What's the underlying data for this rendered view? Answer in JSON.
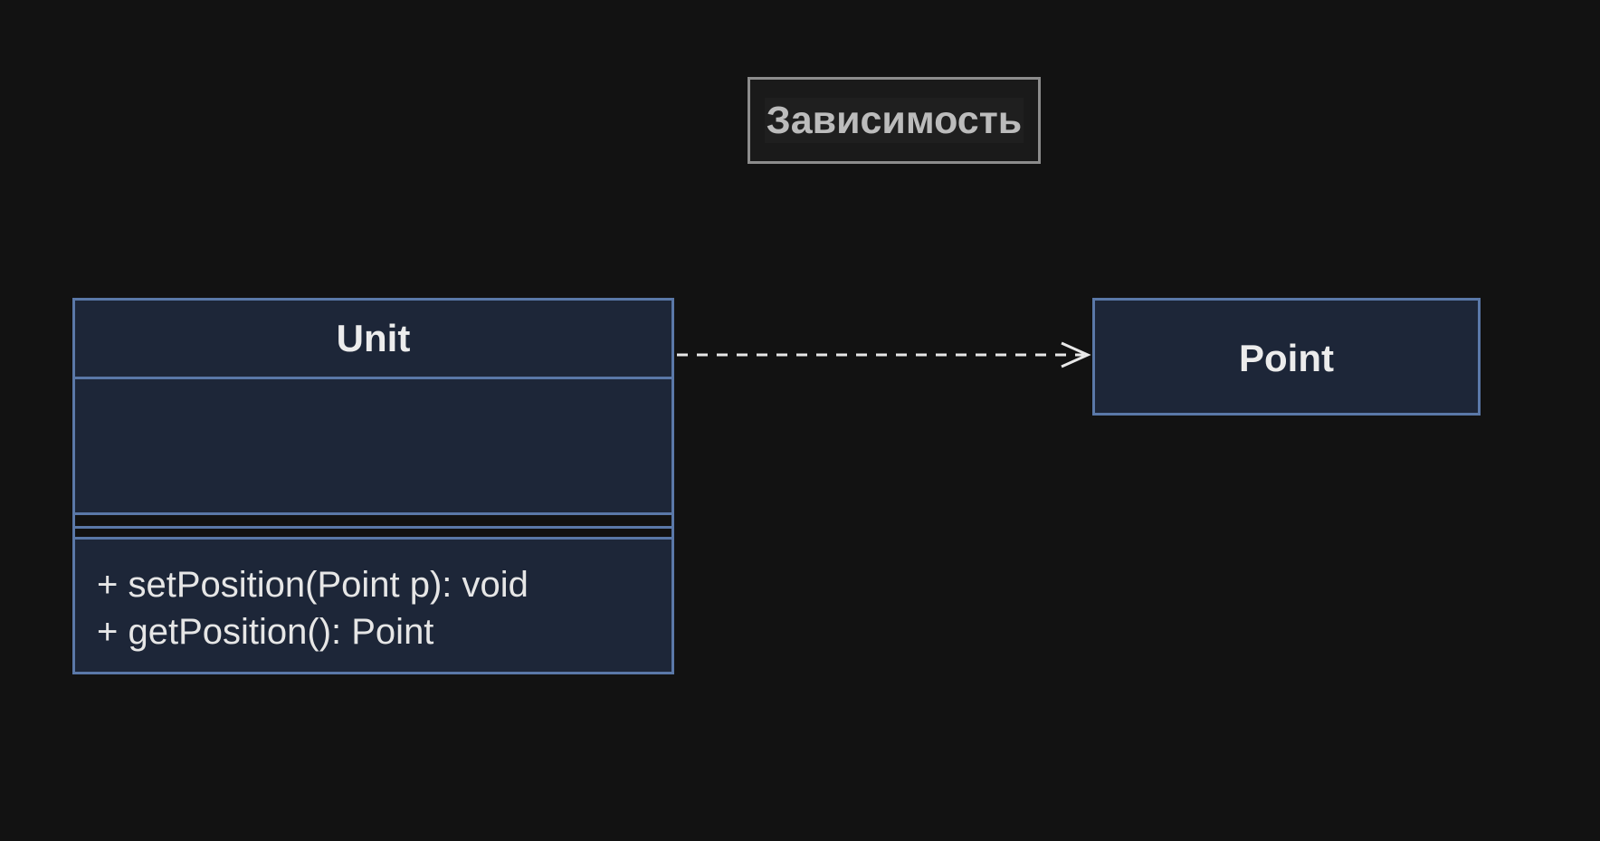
{
  "label": {
    "text": "Зависимость"
  },
  "unit_class": {
    "name": "Unit",
    "methods": [
      "+ setPosition(Point p): void",
      "+ getPosition(): Point"
    ]
  },
  "point_class": {
    "name": "Point"
  },
  "relationship": {
    "type": "dependency",
    "style": "dashed",
    "from": "Unit",
    "to": "Point"
  },
  "colors": {
    "background": "#121212",
    "class_fill": "#1d2638",
    "class_border": "#5a78a8",
    "arrow": "#e8e8e8",
    "label_border": "#8c8c8c"
  }
}
